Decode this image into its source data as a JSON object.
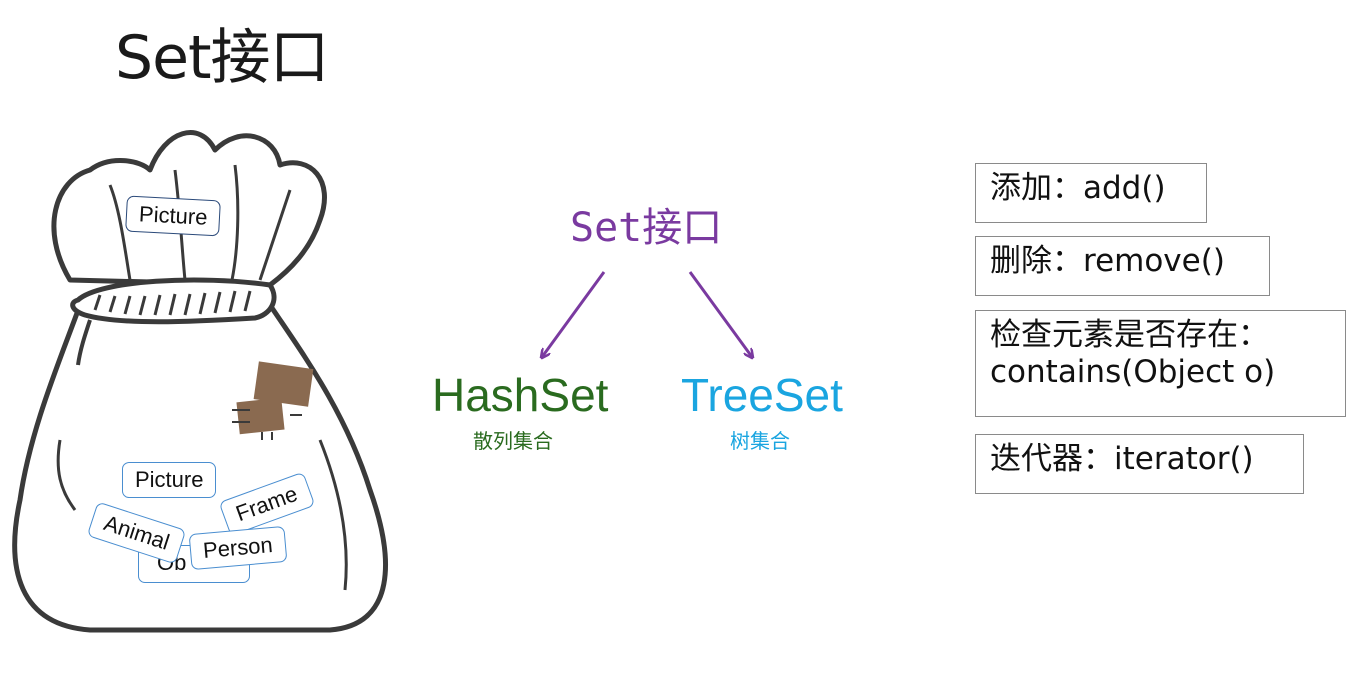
{
  "title": "Set接口",
  "bag": {
    "top_tag": "Picture",
    "tags": [
      "Picture",
      "Frame",
      "Animal",
      "Person",
      "Ob"
    ]
  },
  "diagram": {
    "root": "Set接口",
    "arrow_color": "#7a3aa0",
    "left": {
      "name": "HashSet",
      "desc": "散列集合",
      "color": "#2a6b1f"
    },
    "right": {
      "name": "TreeSet",
      "desc": "树集合",
      "color": "#1aa5e0"
    }
  },
  "operations": [
    {
      "label": "添加：",
      "method": "add()"
    },
    {
      "label": "删除：",
      "method": "remove()"
    },
    {
      "label": "检查元素是否存在：",
      "method": "contains(Object o)"
    },
    {
      "label": "迭代器：",
      "method": "iterator()"
    }
  ]
}
